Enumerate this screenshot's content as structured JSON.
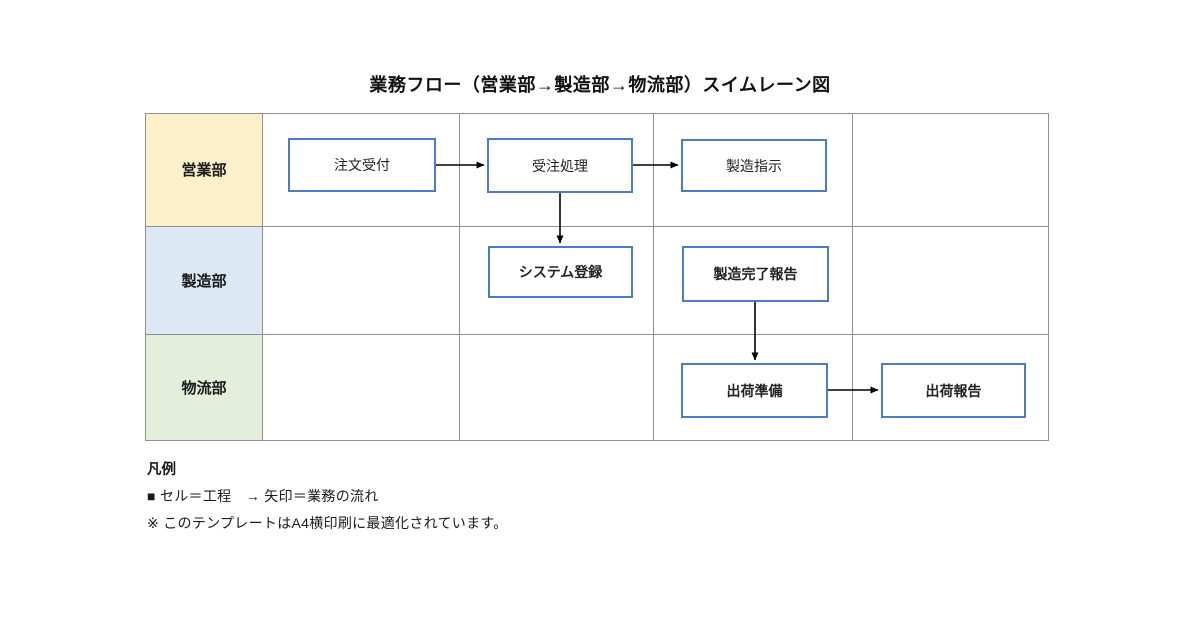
{
  "title": "業務フロー（営業部→製造部→物流部）スイムレーン図",
  "lanes": [
    {
      "id": "sales",
      "label": "営業部",
      "color": "#FCF0CB"
    },
    {
      "id": "manufacturing",
      "label": "製造部",
      "color": "#DCE9F5"
    },
    {
      "id": "logistics",
      "label": "物流部",
      "color": "#E3EFDA"
    }
  ],
  "nodes": [
    {
      "id": "order-intake",
      "lane": "営業部",
      "label": "注文受付",
      "bold": false
    },
    {
      "id": "order-processing",
      "lane": "営業部",
      "label": "受注処理",
      "bold": false
    },
    {
      "id": "manufacturing-instruction",
      "lane": "営業部",
      "label": "製造指示",
      "bold": false
    },
    {
      "id": "system-registration",
      "lane": "製造部",
      "label": "システム登録",
      "bold": true
    },
    {
      "id": "manufacturing-complete-report",
      "lane": "製造部",
      "label": "製造完了報告",
      "bold": true
    },
    {
      "id": "shipping-preparation",
      "lane": "物流部",
      "label": "出荷準備",
      "bold": true
    },
    {
      "id": "shipping-report",
      "lane": "物流部",
      "label": "出荷報告",
      "bold": true
    }
  ],
  "edges": [
    {
      "from": "注文受付",
      "to": "受注処理",
      "direction": "right"
    },
    {
      "from": "受注処理",
      "to": "製造指示",
      "direction": "right"
    },
    {
      "from": "受注処理",
      "to": "システム登録",
      "direction": "down"
    },
    {
      "from": "製造完了報告",
      "to": "出荷準備",
      "direction": "down"
    },
    {
      "from": "出荷準備",
      "to": "出荷報告",
      "direction": "right"
    }
  ],
  "legend": {
    "heading": "凡例",
    "line1": "■ セル＝工程　→ 矢印＝業務の流れ",
    "line2": "※ このテンプレートはA4横印刷に最適化されています。"
  },
  "colors": {
    "lane_sales_bg": "#FCF0CB",
    "lane_manufacturing_bg": "#DCE9F5",
    "lane_logistics_bg": "#E3EFDA",
    "node_border": "#4D7CC0",
    "grid_line": "#8F8F8F",
    "arrow": "#000000",
    "background": "#FFFFFF"
  }
}
